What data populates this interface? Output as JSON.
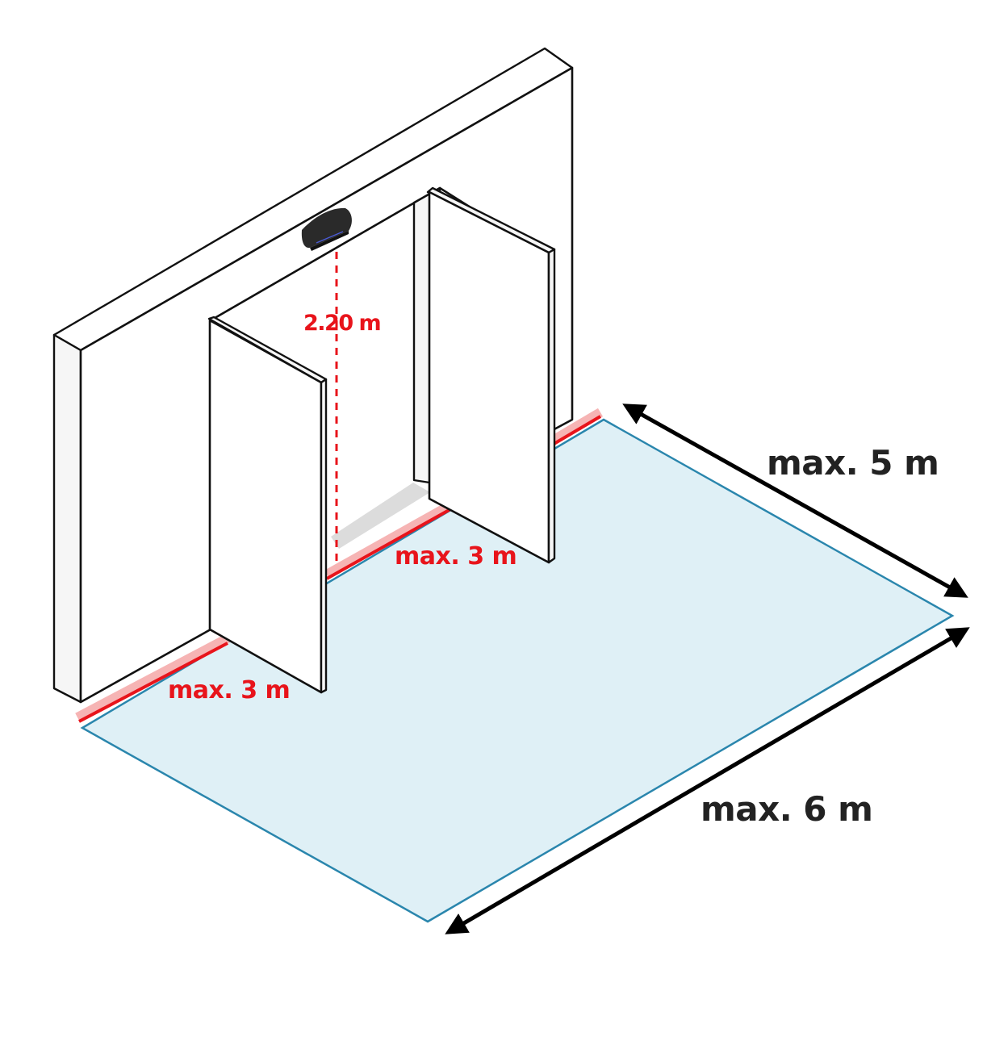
{
  "labels": {
    "mount_height": "2.20 m",
    "side_left": "max. 3 m",
    "side_center": "max. 3 m",
    "depth": "max. 5 m",
    "width": "max. 6 m"
  },
  "colors": {
    "detection_field_fill": "#dff0f6",
    "detection_field_stroke": "#2a86ad",
    "red_zone": "#e8141b",
    "red_zone_glow": "#f6b4b4",
    "sensor": "#2a2a2a",
    "label_red": "#e8141b",
    "label_dark": "#222222"
  },
  "icons": {
    "sensor": "motion-sensor-icon",
    "arrow": "double-arrow-icon"
  }
}
